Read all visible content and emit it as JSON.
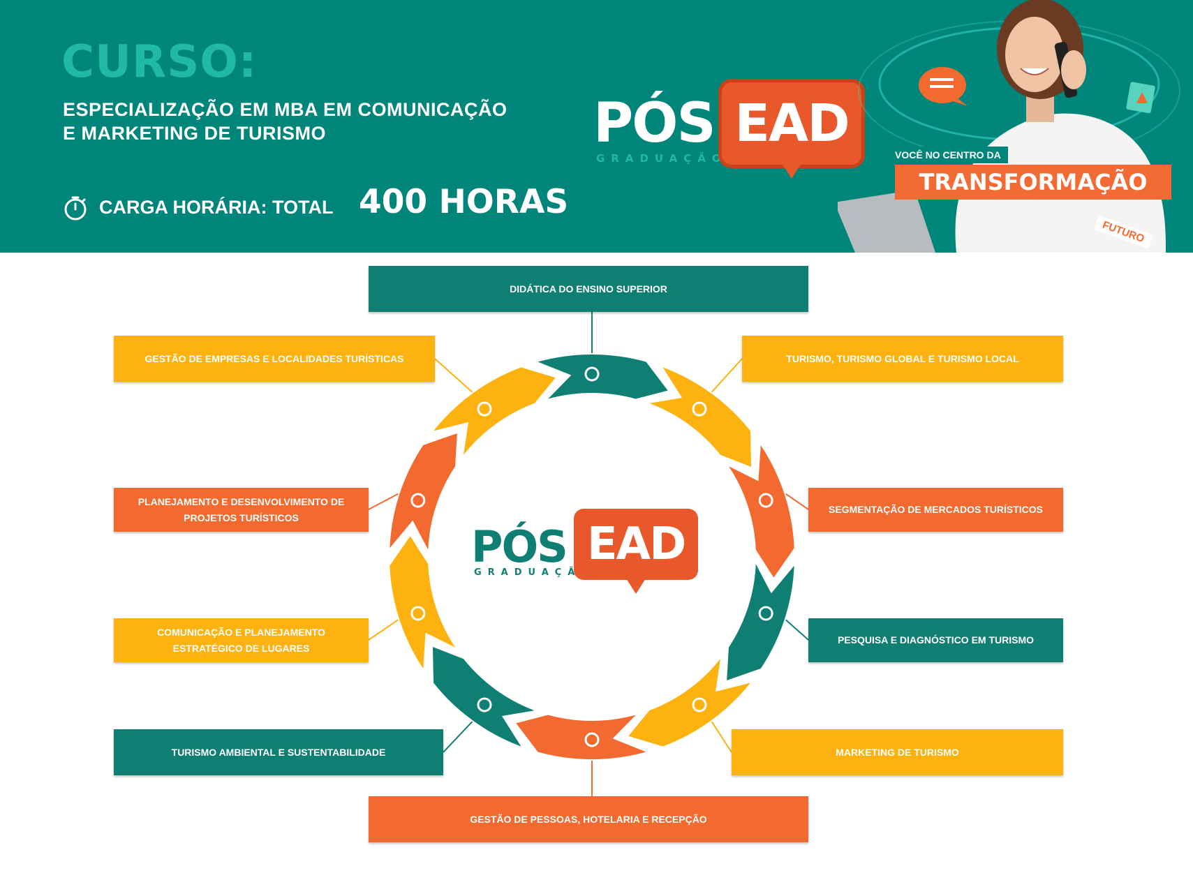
{
  "banner": {
    "curso_label": "CURSO:",
    "course_name_line1": "ESPECIALIZAÇÃO EM MBA EM COMUNICAÇÃO",
    "course_name_line2": "E MARKETING DE TURISMO",
    "carga_label": "CARGA HORÁRIA: TOTAL",
    "carga_value": "400 HORAS",
    "tagline_small": "VOCÊ NO CENTRO DA",
    "tagline_big": "TRANSFORMAÇÃO",
    "futuro_tag": "FUTURO",
    "icons": [
      "clock-icon",
      "chat-bubble-icon",
      "book-icon"
    ]
  },
  "logo": {
    "pos": "PÓS",
    "ead": "EAD",
    "graduacao": "GRADUAÇÃO"
  },
  "colors": {
    "teal": "#00857a",
    "teal_dark": "#0f7f73",
    "teal_light": "#1fb9a6",
    "yellow": "#fdb20f",
    "orange": "#f26a2f"
  },
  "modules": [
    {
      "label": "DIDÁTICA DO ENSINO SUPERIOR",
      "color": "teal"
    },
    {
      "label": "TURISMO, TURISMO GLOBAL E TURISMO LOCAL",
      "color": "yellow"
    },
    {
      "label": "SEGMENTAÇÃO DE MERCADOS TURÍSTICOS",
      "color": "orange"
    },
    {
      "label": "PESQUISA E DIAGNÓSTICO EM TURISMO",
      "color": "teal"
    },
    {
      "label": "MARKETING DE TURISMO",
      "color": "yellow"
    },
    {
      "label": "GESTÃO DE PESSOAS, HOTELARIA E RECEPÇÃO",
      "color": "orange"
    },
    {
      "label": "TURISMO AMBIENTAL E SUSTENTABILIDADE",
      "color": "teal"
    },
    {
      "label": "COMUNICAÇÃO E PLANEJAMENTO ESTRATÉGICO DE LUGARES",
      "color": "yellow"
    },
    {
      "label": "PLANEJAMENTO E DESENVOLVIMENTO DE PROJETOS TURÍSTICOS",
      "color": "orange"
    },
    {
      "label": "GESTÃO DE EMPRESAS E LOCALIDADES TURÍSTICAS",
      "color": "yellow"
    }
  ]
}
